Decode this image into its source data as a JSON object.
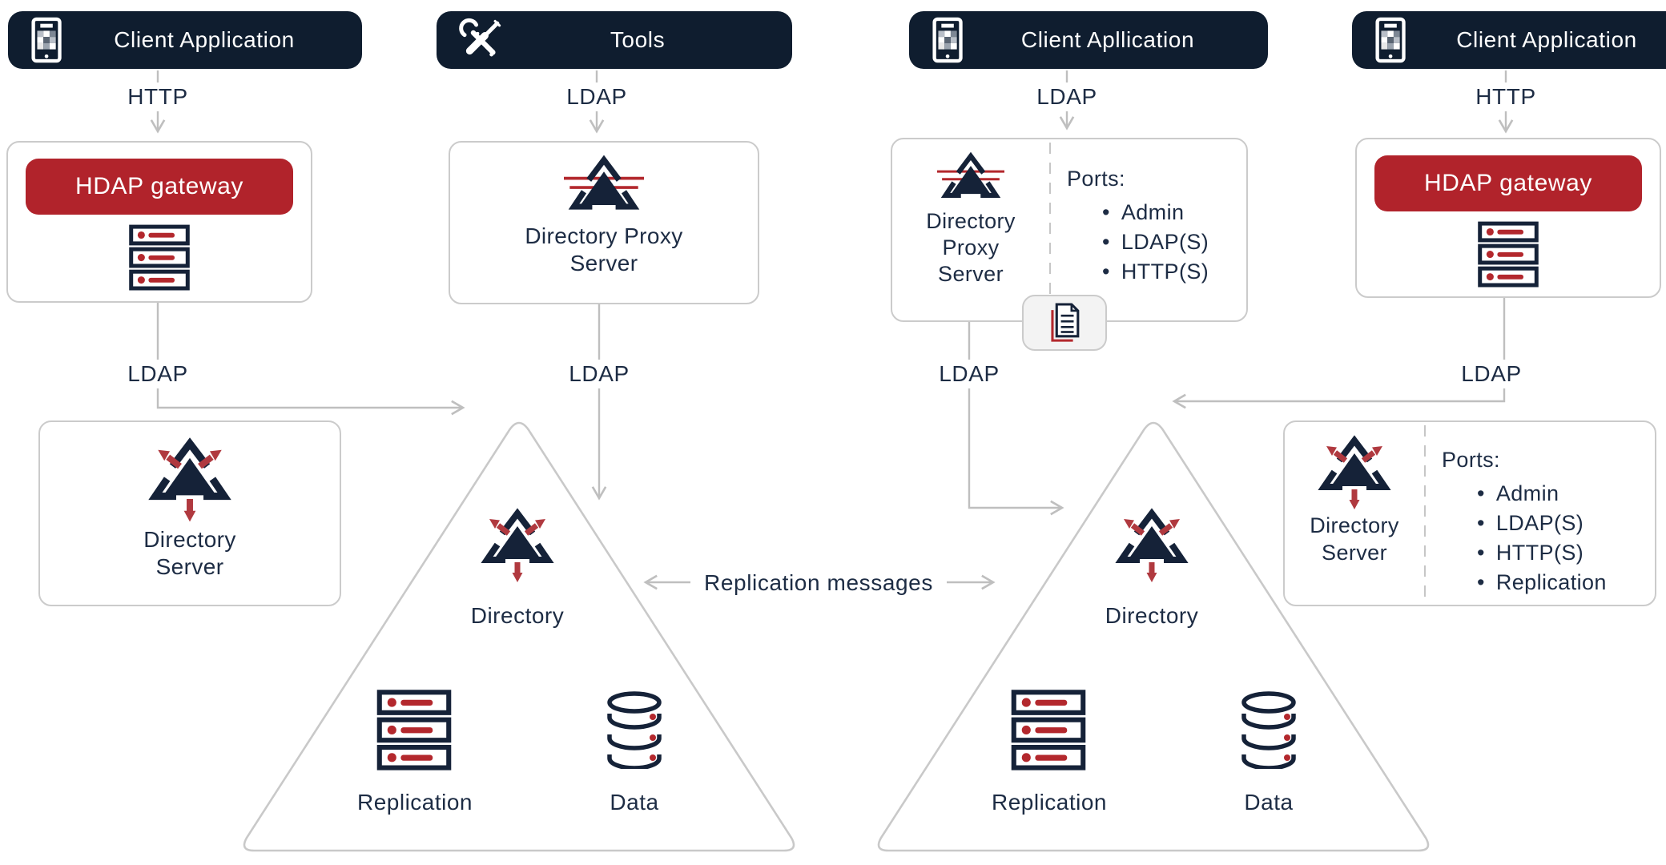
{
  "pills": [
    {
      "label": "Client Application",
      "icon": "mobile-app-icon"
    },
    {
      "label": "Tools",
      "icon": "tools-icon"
    },
    {
      "label": "Client Apllication",
      "icon": "mobile-app-icon"
    },
    {
      "label": "Client Application",
      "icon": "mobile-app-icon"
    }
  ],
  "connectors": {
    "c1_top": "HTTP",
    "c2_top": "LDAP",
    "c3_top": "LDAP",
    "c4_top": "HTTP",
    "c1_mid": "LDAP",
    "c2_mid": "LDAP",
    "c3_mid": "LDAP",
    "c4_mid": "LDAP",
    "replication": "Replication messages"
  },
  "boxes": {
    "hdap_left": {
      "button_label": "HDAP gateway"
    },
    "hdap_right": {
      "button_label": "HDAP gateway"
    },
    "proxy_mid": {
      "label": "Directory Proxy Server"
    },
    "proxy_ports": {
      "label": "Directory Proxy Server",
      "ports_title": "Ports:",
      "ports": [
        "Admin",
        "LDAP(S)",
        "HTTP(S)"
      ]
    },
    "ds_left": {
      "label": "Directory Server"
    },
    "ds_right": {
      "label": "Directory Server",
      "ports_title": "Ports:",
      "ports": [
        "Admin",
        "LDAP(S)",
        "HTTP(S)",
        "Replication"
      ]
    }
  },
  "clusters": {
    "left": {
      "directory": "Directory",
      "replication": "Replication",
      "data": "Data"
    },
    "right": {
      "directory": "Directory",
      "replication": "Replication",
      "data": "Data"
    }
  },
  "colors": {
    "navy": "#0F1D2F",
    "icon_navy": "#152238",
    "text": "#1D2C44",
    "red": "#B1232B",
    "line_gray": "#BFBFBF",
    "border_gray": "#CBCBCB"
  }
}
